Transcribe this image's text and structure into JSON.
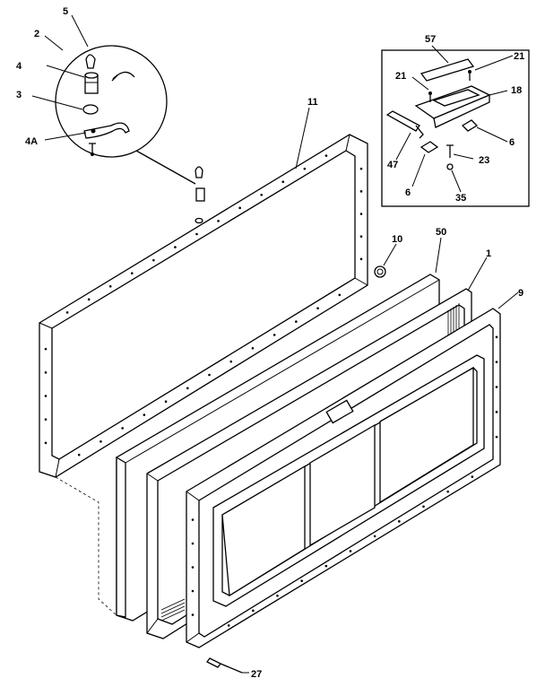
{
  "callouts": [
    {
      "id": "c5",
      "text": "5"
    },
    {
      "id": "c2",
      "text": "2"
    },
    {
      "id": "c4",
      "text": "4"
    },
    {
      "id": "c3",
      "text": "3"
    },
    {
      "id": "c4a",
      "text": "4A"
    },
    {
      "id": "c11",
      "text": "11"
    },
    {
      "id": "c10",
      "text": "10"
    },
    {
      "id": "c50",
      "text": "50"
    },
    {
      "id": "c1",
      "text": "1"
    },
    {
      "id": "c9",
      "text": "9"
    },
    {
      "id": "c27",
      "text": "27"
    },
    {
      "id": "c57",
      "text": "57"
    },
    {
      "id": "c21a",
      "text": "21"
    },
    {
      "id": "c21b",
      "text": "21"
    },
    {
      "id": "c18",
      "text": "18"
    },
    {
      "id": "c6a",
      "text": "6"
    },
    {
      "id": "c47",
      "text": "47"
    },
    {
      "id": "c23",
      "text": "23"
    },
    {
      "id": "c6b",
      "text": "6"
    },
    {
      "id": "c35",
      "text": "35"
    }
  ]
}
